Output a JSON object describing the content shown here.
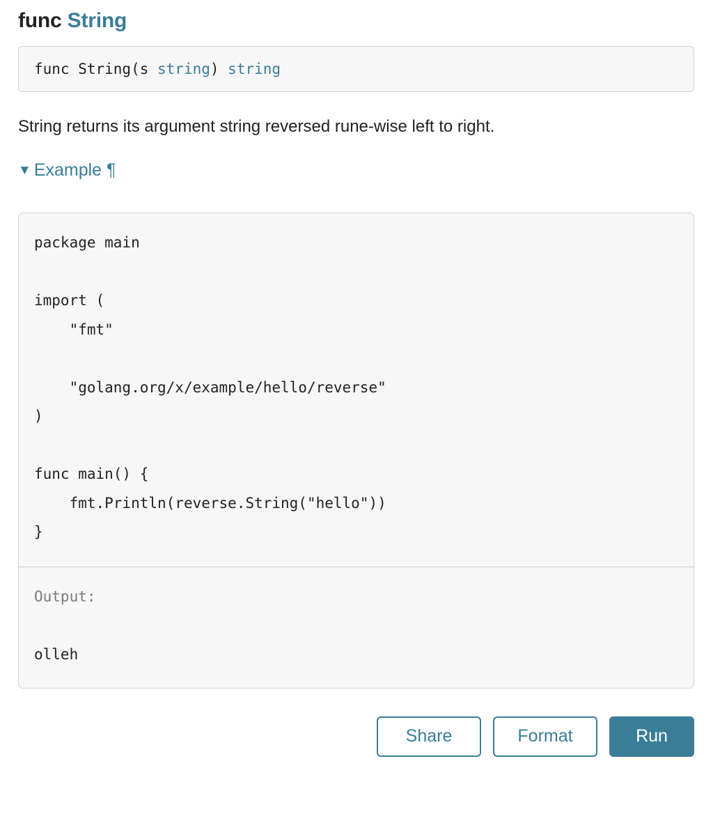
{
  "heading": {
    "keyword": "func",
    "name": "String"
  },
  "signature": {
    "prefix": "func String(s ",
    "param_type": "string",
    "middle": ") ",
    "return_type": "string"
  },
  "description": "String returns its argument string reversed rune-wise left to right.",
  "example_toggle": {
    "triangle": "▼",
    "label": "Example",
    "anchor": "¶"
  },
  "playground": {
    "code": "package main\n\nimport (\n\t\"fmt\"\n\n\t\"golang.org/x/example/hello/reverse\"\n)\n\nfunc main() {\n\tfmt.Println(reverse.String(\"hello\"))\n}",
    "output_label": "Output:",
    "output_value": "olleh",
    "buttons": {
      "share": "Share",
      "format": "Format",
      "run": "Run"
    }
  },
  "colors": {
    "accent": "#3a7d99",
    "text": "#202224",
    "muted": "#7b7b7b",
    "box_bg": "#f7f7f7",
    "box_border": "#d3d3d3",
    "page_bg": "#ffffff"
  }
}
